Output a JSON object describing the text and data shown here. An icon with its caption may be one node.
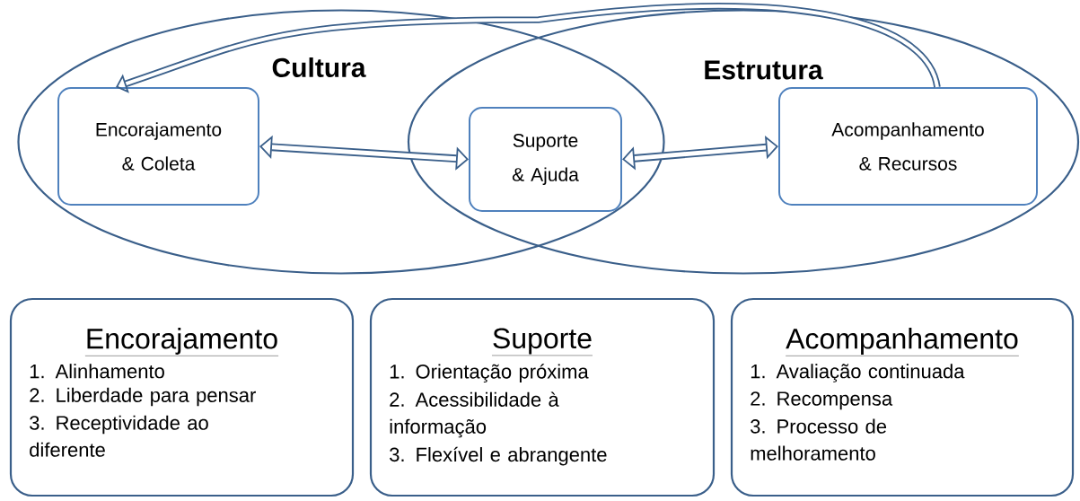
{
  "diagram": {
    "nodes": [
      {
        "text": [
          "Cultura"
        ]
      },
      {
        "text": [
          "Estrutura"
        ]
      },
      {
        "text": [
          "Encorajamento & Coleta"
        ],
        "in": 0
      },
      {
        "text": [
          "Suporte & Ajuda"
        ]
      },
      {
        "text": [
          "Acompanhamento & Recursos"
        ],
        "in": 1
      },
      {
        "text": [
          "Encorajamento",
          "1. Alinhamento",
          "2. Liberdade para pensar",
          "3. Receptividade ao diferente"
        ]
      },
      {
        "text": [
          "Suporte",
          "1. Orientação próxima",
          "2. Acessibilidade à informação",
          "3. Flexível e abrangente"
        ]
      },
      {
        "text": [
          "Acompanhamento",
          "1. Avaliação continuada",
          "2. Recompensa",
          "3. Processo de melhoramento"
        ]
      }
    ],
    "edges": [
      {
        "from": 2,
        "to": 3,
        "arrow": "both"
      },
      {
        "from": 3,
        "to": 4,
        "arrow": "both"
      },
      {
        "from": 4,
        "to": 2,
        "arrow": "to"
      }
    ]
  }
}
